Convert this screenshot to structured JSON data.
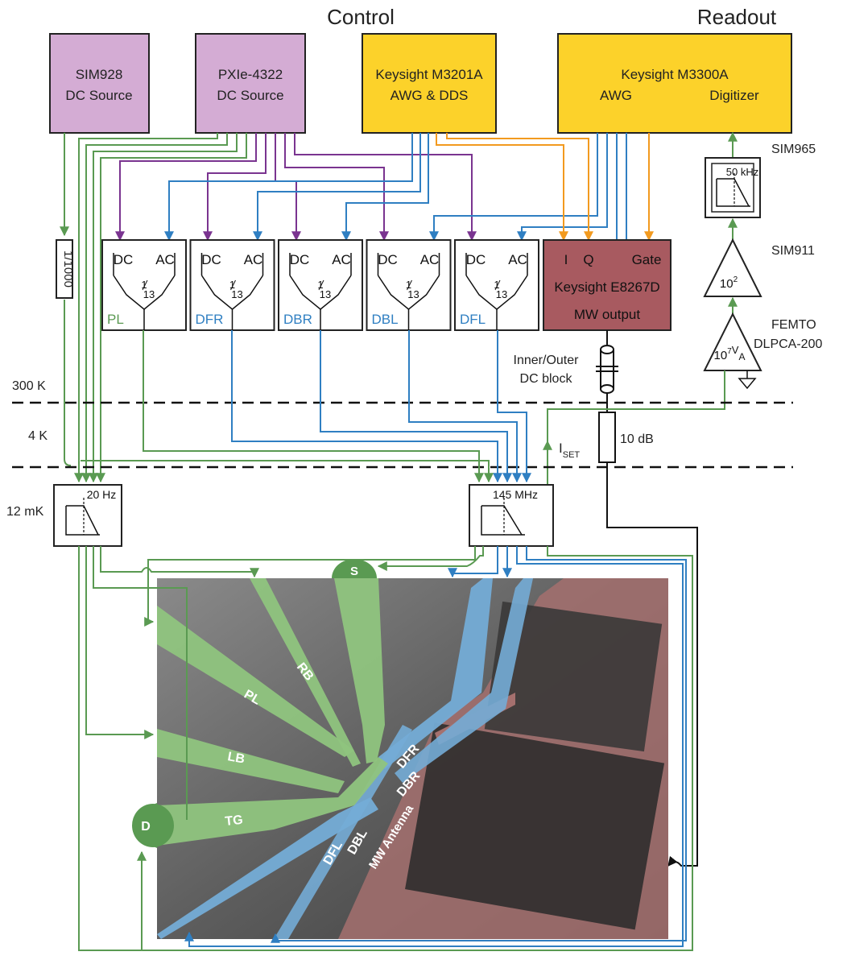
{
  "headers": {
    "control": "Control",
    "readout": "Readout"
  },
  "instruments": {
    "sim928": {
      "line1": "SIM928",
      "line2": "DC Source"
    },
    "pxie": {
      "line1": "PXIe-4322",
      "line2": "DC Source"
    },
    "m3201": {
      "line1": "Keysight M3201A",
      "line2": "AWG & DDS"
    },
    "m3300": {
      "line1": "Keysight M3300A",
      "awg": "AWG",
      "digitizer": "Digitizer"
    }
  },
  "combiners": [
    {
      "dc": "DC",
      "ac": "AC",
      "ratio_num": "1",
      "ratio_den": "13",
      "label": "PL",
      "color": "green"
    },
    {
      "dc": "DC",
      "ac": "AC",
      "ratio_num": "1",
      "ratio_den": "13",
      "label": "DFR",
      "color": "blue"
    },
    {
      "dc": "DC",
      "ac": "AC",
      "ratio_num": "1",
      "ratio_den": "13",
      "label": "DBR",
      "color": "blue"
    },
    {
      "dc": "DC",
      "ac": "AC",
      "ratio_num": "1",
      "ratio_den": "13",
      "label": "DBL",
      "color": "blue"
    },
    {
      "dc": "DC",
      "ac": "AC",
      "ratio_num": "1",
      "ratio_den": "13",
      "label": "DFL",
      "color": "blue"
    }
  ],
  "mw_source": {
    "i": "I",
    "q": "Q",
    "gate": "Gate",
    "name": "Keysight E8267D",
    "output": "MW output"
  },
  "divider": "1/1000",
  "readout_chain": {
    "sim965": "SIM965",
    "sim965_cutoff": "50 kHz",
    "sim911": "SIM911",
    "sim911_gain_base": "10",
    "sim911_gain_exp": "2",
    "femto_line1": "FEMTO",
    "femto_line2": "DLPCA-200",
    "femto_gain_base": "10",
    "femto_gain_exp": "7",
    "femto_gain_unit_num": "V",
    "femto_gain_unit_den": "A"
  },
  "dc_block": {
    "line1": "Inner/Outer",
    "line2": "DC block"
  },
  "attenuator": "10 dB",
  "iset": {
    "main": "I",
    "sub": "SET"
  },
  "temperatures": {
    "t300": "300 K",
    "t4": "4 K",
    "t12": "12 mK"
  },
  "filters": {
    "f20": "20 Hz",
    "f145": "145 MHz"
  },
  "device": {
    "contacts": {
      "s": "S",
      "d": "D"
    },
    "gates": {
      "rb": "RB",
      "pl": "PL",
      "lb": "LB",
      "tg": "TG",
      "dfr": "DFR",
      "dbr": "DBR",
      "dfl": "DFL",
      "dbl": "DBL",
      "mw": "MW Antenna"
    }
  },
  "colors": {
    "purple_box": "#d4acd4",
    "yellow_box": "#fcd22a",
    "mw_box": "#a85a60",
    "green": "#5a9a52",
    "blue": "#2f7fc2",
    "orange": "#f29a1f",
    "purple_wire": "#7a3490",
    "gate_green": "#8fc47e",
    "gate_blue": "#74acd6",
    "antenna_red": "#a5706e"
  }
}
